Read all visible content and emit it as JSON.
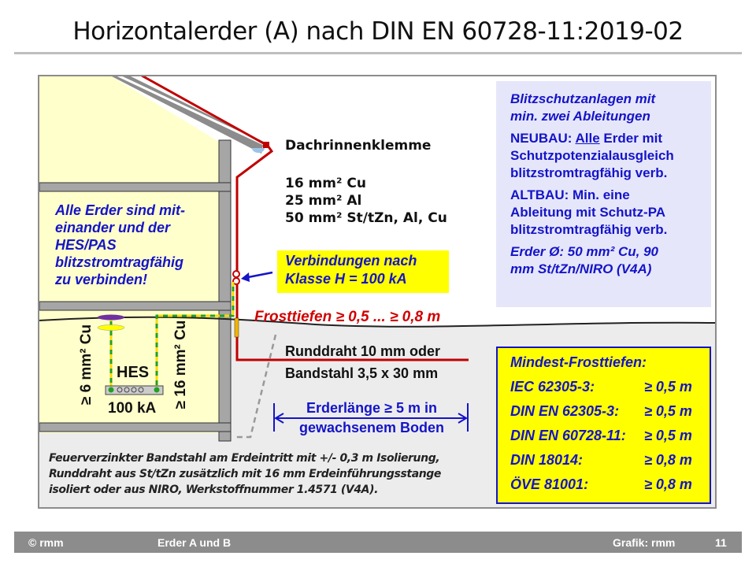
{
  "title": "Horizontalerder (A) nach DIN EN 60728-11:2019-02",
  "labels": {
    "clamp": "Dachrinnenklemme",
    "sizes": [
      "16 mm² Cu",
      "25 mm² Al",
      "50 mm² St/tZn,  Al, Cu"
    ],
    "left_note": [
      "Alle Erder sind mit-",
      "einander und der",
      "HES/PAS",
      "blitzstromtragfähig",
      "zu verbinden!"
    ],
    "connection": [
      "Verbindungen nach",
      "Klasse H = 100 kA"
    ],
    "frost": "Frosttiefen ≥ 0,5 ... ≥ 0,8 m",
    "conductor": [
      "Runddraht 10 mm oder",
      "Bandstahl 3,5 x 30 mm"
    ],
    "length": [
      "Erderlänge ≥ 5 m in",
      "gewachsenem Boden"
    ],
    "hes": "HES",
    "hes_rating": "100 kA",
    "wire_6": "≥ 6 mm² Cu",
    "wire_16": "≥ 16 mm² Cu",
    "bottom_note": [
      "Feuerverzinkter Bandstahl am Erdeintritt mit +/- 0,3 m Isolierung,",
      "Runddraht aus St/tZn zusätzlich mit 16 mm Erdeinführungsstange",
      "isoliert oder aus NIRO, Werkstoffnummer 1.4571 (V4A)."
    ]
  },
  "info_box": {
    "p1": [
      "Blitzschutzanlagen mit",
      "min. zwei Ableitungen"
    ],
    "p2_prefix": "NEUBAU: ",
    "p2_underlined": "Alle",
    "p2_rest": " Erder mit",
    "p2": [
      "Schutzpotenzialausgleich",
      "blitzstromtragfähig verb."
    ],
    "p3": [
      "ALTBAU: Min. eine",
      "Ableitung mit Schutz-PA",
      "blitzstromtragfähig verb."
    ],
    "p4": [
      "Erder Ø: 50 mm² Cu, 90",
      "mm St/tZn/NIRO (V4A)"
    ]
  },
  "frost_table": {
    "title": "Mindest-Frosttiefen:",
    "rows": [
      {
        "norm": "IEC 62305-3:",
        "depth": "≥ 0,5 m"
      },
      {
        "norm": "DIN EN 62305-3:",
        "depth": "≥ 0,5 m"
      },
      {
        "norm": "DIN EN 60728-11:",
        "depth": "≥ 0,5 m"
      },
      {
        "norm": "DIN 18014:",
        "depth": "≥ 0,8 m"
      },
      {
        "norm": "ÖVE 81001:",
        "depth": "≥ 0,8 m"
      }
    ]
  },
  "footer": {
    "left": "© rmm",
    "center": "Erder A und B",
    "right": "Grafik: rmm",
    "page": "11"
  },
  "colors": {
    "house": "#ffffcc",
    "wall": "#a6a6a6",
    "conductor": "#c00000",
    "text_blue": "#1414c8",
    "highlight": "#ffff00",
    "info_bg": "#e6e6fa",
    "ground": "#ececec"
  }
}
